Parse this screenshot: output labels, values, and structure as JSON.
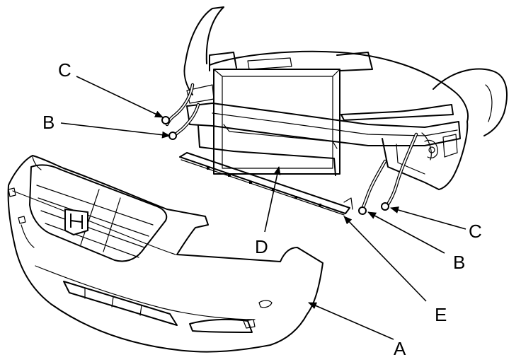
{
  "callouts": {
    "a": "A",
    "b_left": "B",
    "b_right": "B",
    "c_left": "C",
    "c_right": "C",
    "d": "D",
    "e": "E"
  }
}
